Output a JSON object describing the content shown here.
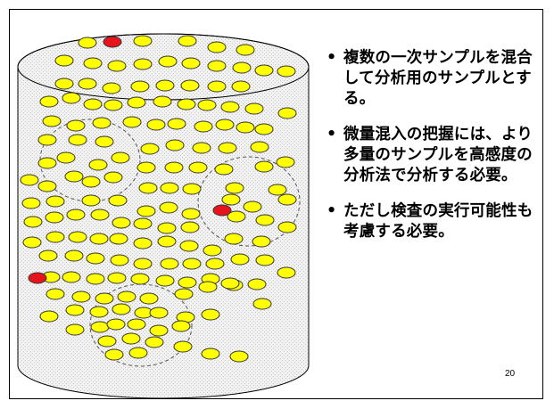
{
  "slide": {
    "bullets": [
      "複数の一次サンプルを混合して分析用のサンプルとする。",
      "微量混入の把握には、より多量のサンプルを高感度の分析法で分析する必要。",
      "ただし検査の実行可能性も考慮する必要。"
    ],
    "page_number": "20"
  },
  "colors": {
    "particle_normal": "#FFFF00",
    "particle_contaminant": "#E8141B",
    "particle_outline": "#333333",
    "cylinder_fill": "#EBEBEB"
  }
}
